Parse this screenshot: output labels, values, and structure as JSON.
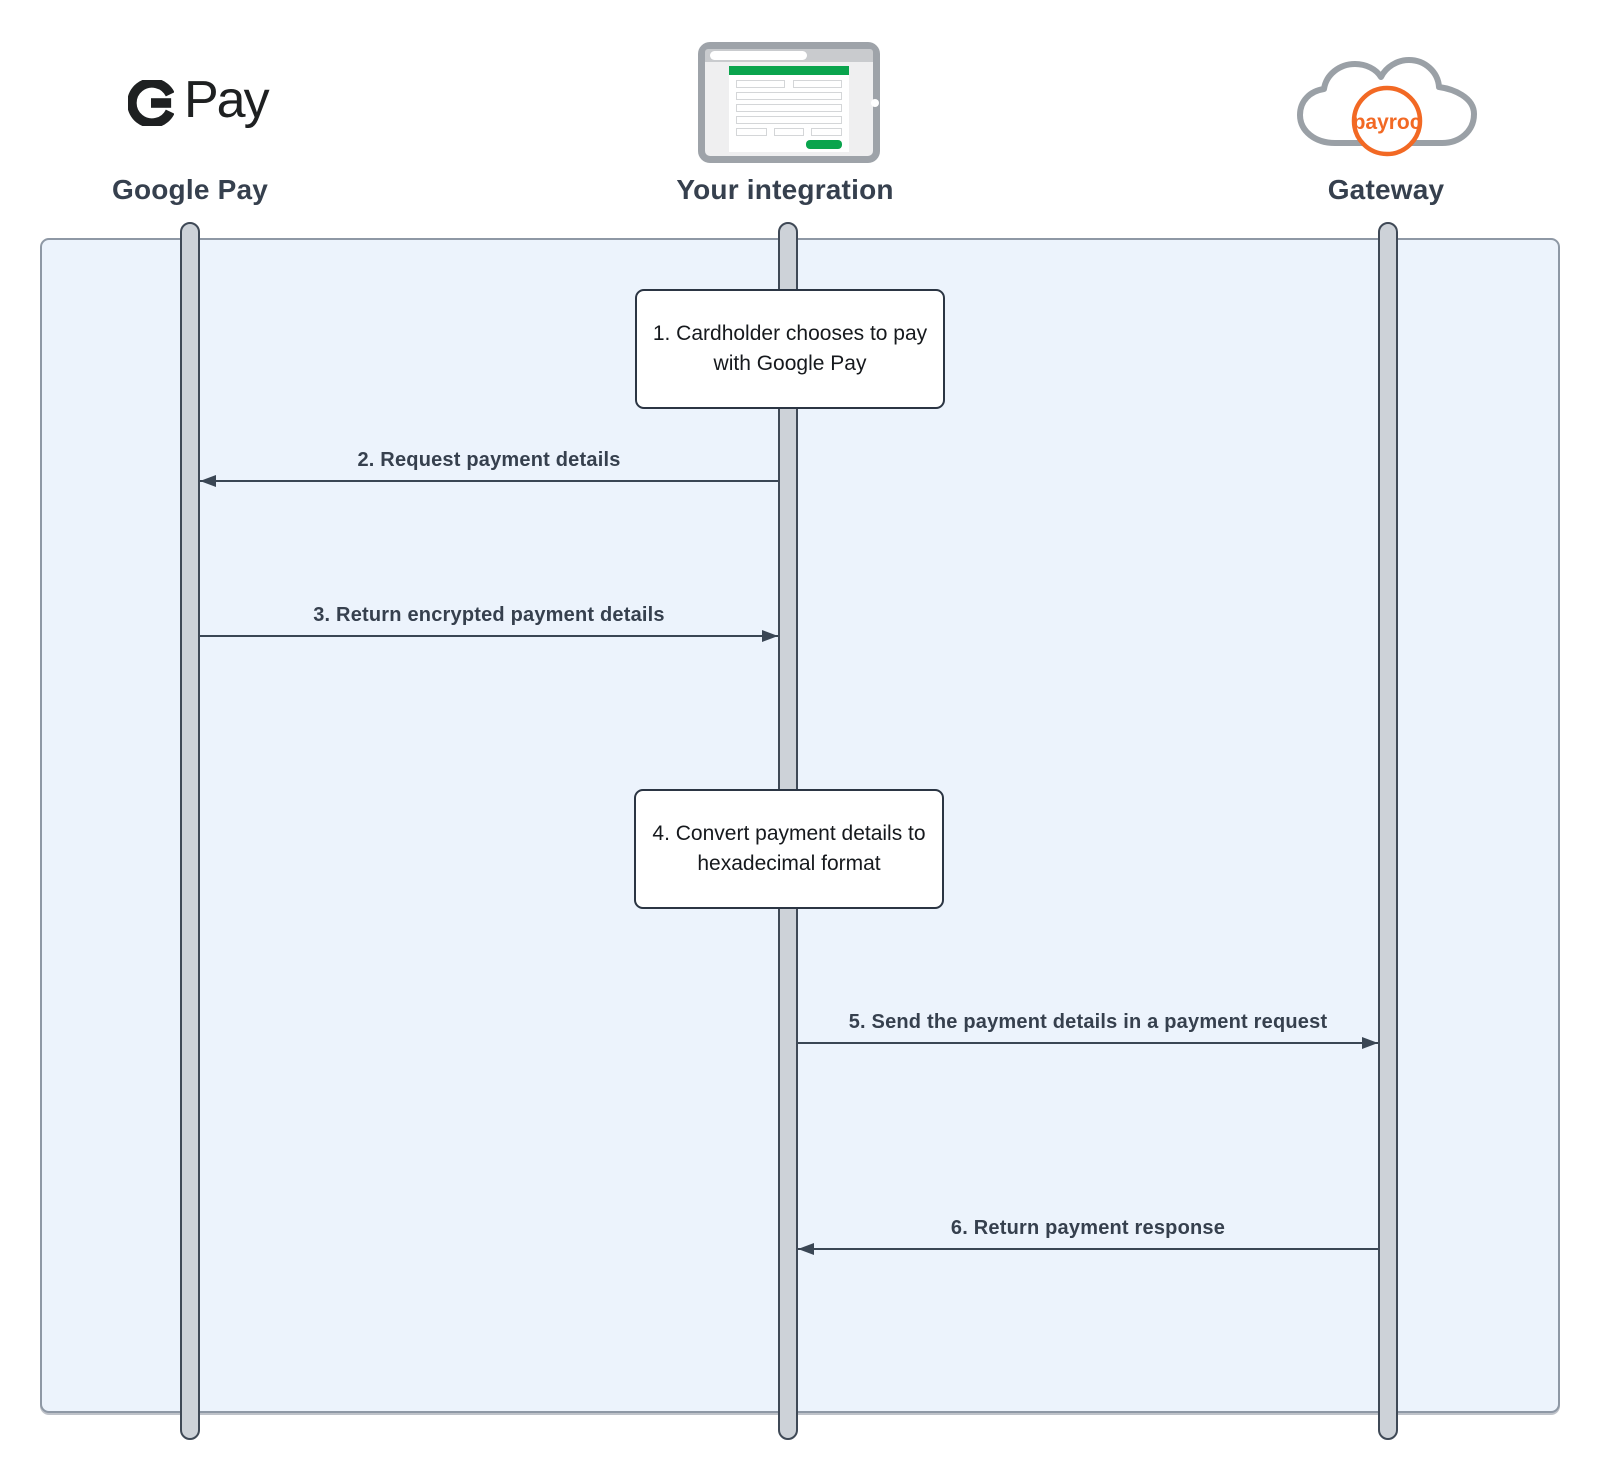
{
  "actors": [
    {
      "name": "Google Pay",
      "logo": {
        "icon": "gpay-logo",
        "g": "G",
        "pay": "Pay"
      }
    },
    {
      "name": "Your integration",
      "logo": {
        "icon": "browser-window-icon"
      }
    },
    {
      "name": "Gateway",
      "logo": {
        "icon": "payroc-cloud-logo",
        "badge_text": "payroc"
      }
    }
  ],
  "steps": [
    {
      "num": "1",
      "kind": "action_box",
      "on": "Your integration",
      "text": "1. Cardholder chooses to pay with Google Pay"
    },
    {
      "num": "2",
      "kind": "message",
      "from": "Your integration",
      "to": "Google Pay",
      "arrow": "left",
      "text": "2. Request payment details"
    },
    {
      "num": "3",
      "kind": "message",
      "from": "Google Pay",
      "to": "Your integration",
      "arrow": "right",
      "text": "3. Return encrypted payment details"
    },
    {
      "num": "4",
      "kind": "action_box",
      "on": "Your integration",
      "text": "4. Convert payment details to hexadecimal format"
    },
    {
      "num": "5",
      "kind": "message",
      "from": "Your integration",
      "to": "Gateway",
      "arrow": "right",
      "text": "5. Send the payment details in a payment request"
    },
    {
      "num": "6",
      "kind": "message",
      "from": "Gateway",
      "to": "Your integration",
      "arrow": "left",
      "text": "6. Return payment response"
    }
  ],
  "colors": {
    "panel_background": "#ECF3FC",
    "lifeline_fill": "#CDD2D8",
    "heading_text": "#36404E",
    "arrow": "#3A4654",
    "google_pay_black": "#1E2021",
    "integration_green": "#0AA44D",
    "payroc_orange": "#F26924",
    "cloud_gray": "#9AA0A6"
  }
}
